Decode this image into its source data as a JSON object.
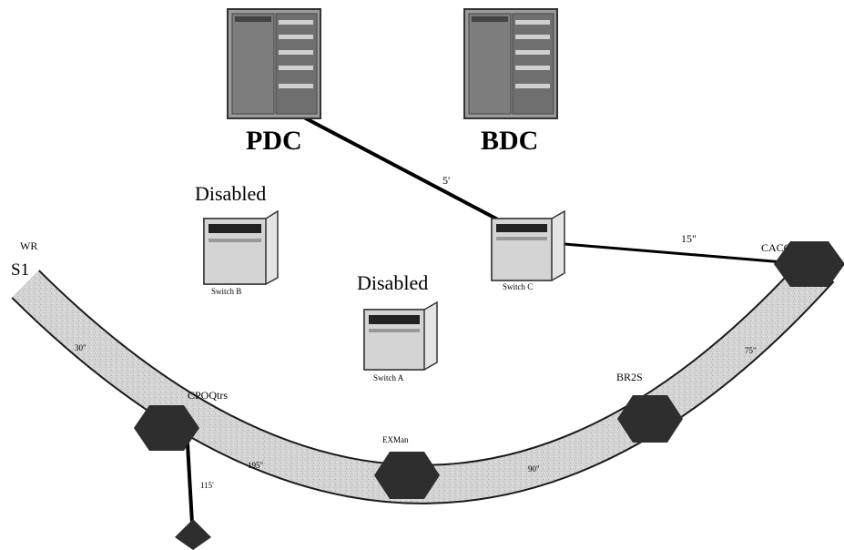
{
  "servers": {
    "pdc_label": "PDC",
    "bdc_label": "BDC"
  },
  "switches": {
    "b": {
      "status": "Disabled",
      "caption": "Switch B"
    },
    "a": {
      "status": "Disabled",
      "caption": "Switch A"
    },
    "c": {
      "caption": "Switch C"
    }
  },
  "links": {
    "pdc_switch_c": "5'",
    "switch_c_cacc": "15\"",
    "s1_cpoqtrs": "30\"",
    "cpoqtrs_exman": "195\"",
    "exman_br2s": "90\"",
    "br2s_cacc": "75\"",
    "cpoqtrs_drop": "115'"
  },
  "nodes": {
    "wr": "WR",
    "s1": "S1",
    "cacc": "CACC",
    "cpoqtrs": "CPOQtrs",
    "exman": "EXMan",
    "br2s": "BR2S"
  },
  "colors": {
    "ring": "#d2d2d2",
    "node": "#2e2e2e",
    "server": "#8e8e8e",
    "switch": "#cfcfcf"
  }
}
